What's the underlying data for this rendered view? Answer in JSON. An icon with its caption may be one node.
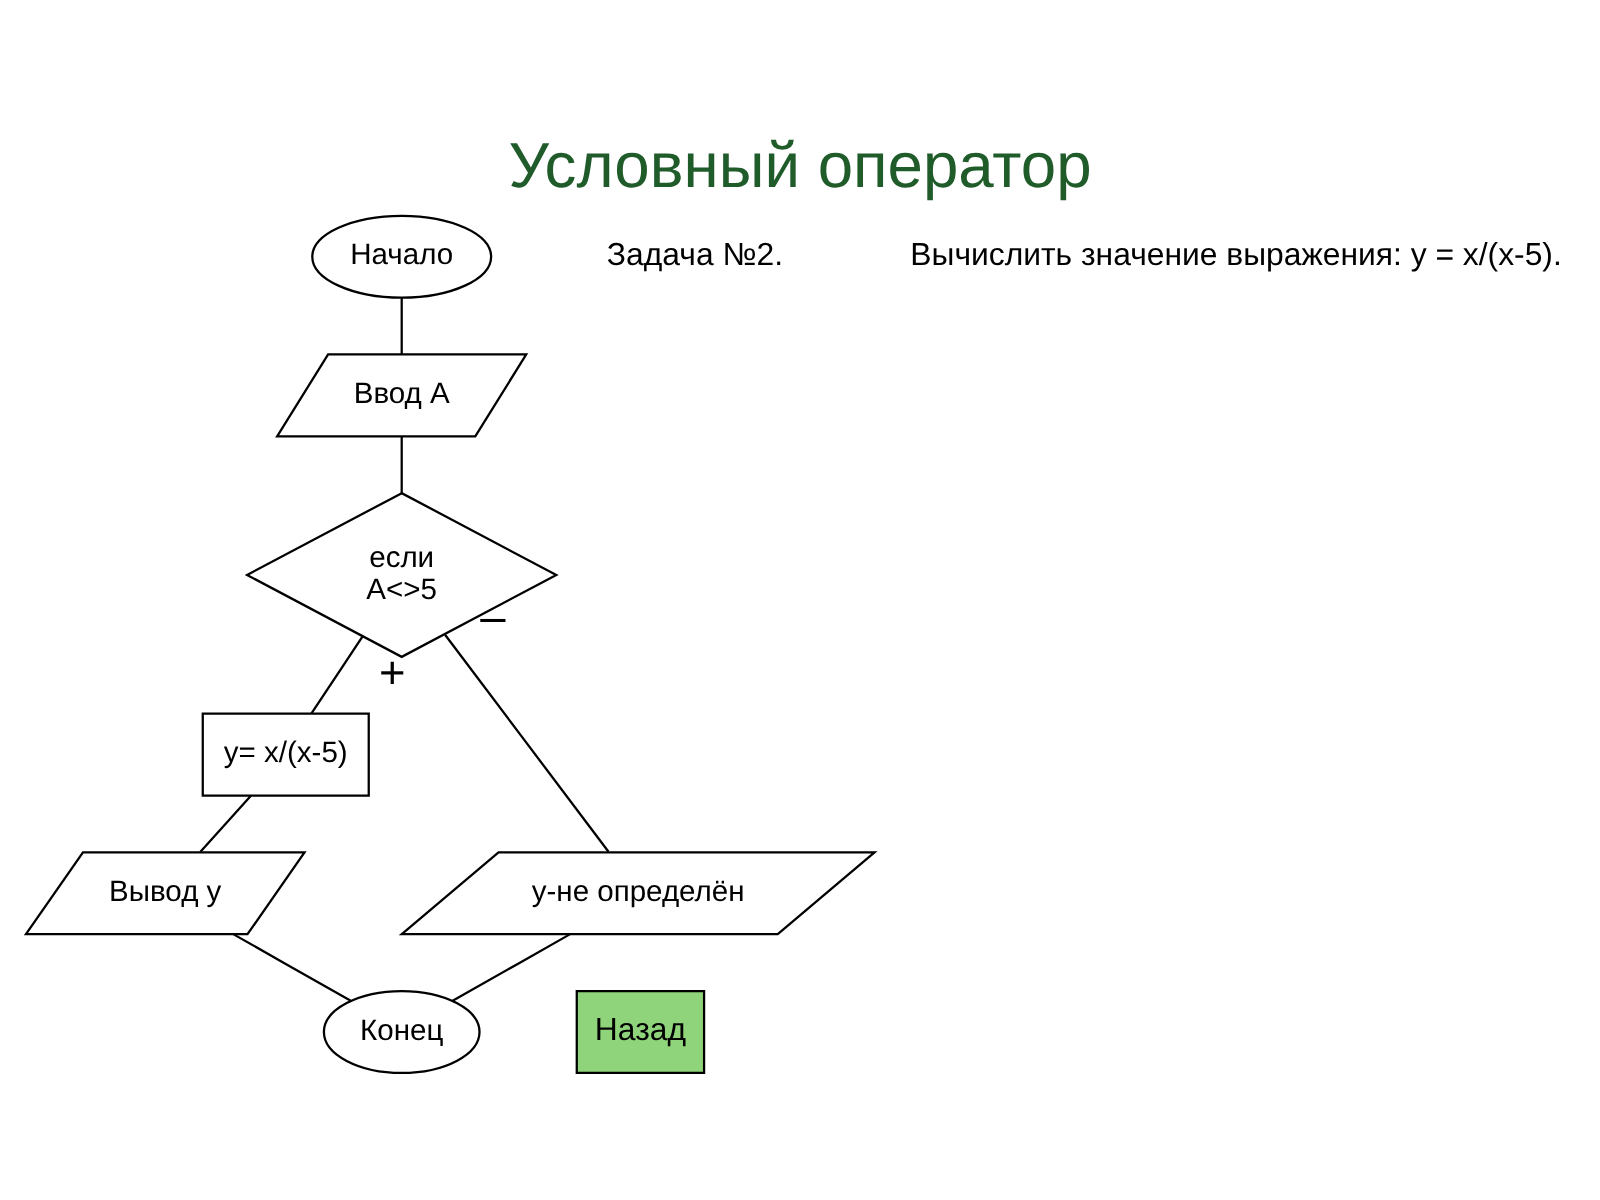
{
  "diagram": {
    "title": "Условный оператор",
    "nodes": [
      {
        "text": [
          "Начало"
        ]
      },
      {
        "text": [
          "Ввод А"
        ]
      },
      {
        "text": [
          "если",
          "A<>5"
        ]
      },
      {
        "text": [
          "y= x/(x-5)"
        ]
      },
      {
        "text": [
          "Вывод у"
        ]
      },
      {
        "text": [
          "у-не определён"
        ]
      },
      {
        "text": [
          "Конец"
        ]
      }
    ],
    "edges": [
      {
        "from": 0,
        "to": 1,
        "arrow": "none"
      },
      {
        "from": 1,
        "to": 2,
        "arrow": "none"
      },
      {
        "from": 2,
        "to": 3,
        "arrow": "none",
        "label": "+"
      },
      {
        "from": 3,
        "to": 4,
        "arrow": "none"
      },
      {
        "from": 2,
        "to": 5,
        "arrow": "none",
        "label": "–"
      },
      {
        "from": 4,
        "to": 6,
        "arrow": "none"
      },
      {
        "from": 5,
        "to": 6,
        "arrow": "none"
      }
    ],
    "labels": [
      "Задача №2.",
      "Вычислить значение выражения: y = x/(x-5).",
      "Назад"
    ]
  }
}
